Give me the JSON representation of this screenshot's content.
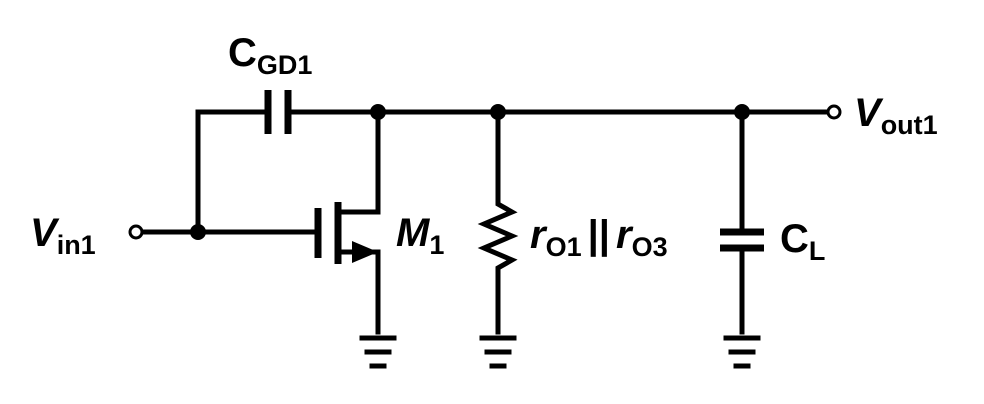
{
  "labels": {
    "cgd": {
      "main": "C",
      "sub": "GD1"
    },
    "vout": {
      "main": "V",
      "sub": "out1"
    },
    "vin": {
      "main": "V",
      "sub": "in1"
    },
    "m1": {
      "main": "M",
      "sub": "1"
    },
    "ro1": {
      "main": "r",
      "sub": "O1"
    },
    "parallel": "||",
    "ro3": {
      "main": "r",
      "sub": "O3"
    },
    "cl": {
      "main": "C",
      "sub": "L"
    }
  }
}
